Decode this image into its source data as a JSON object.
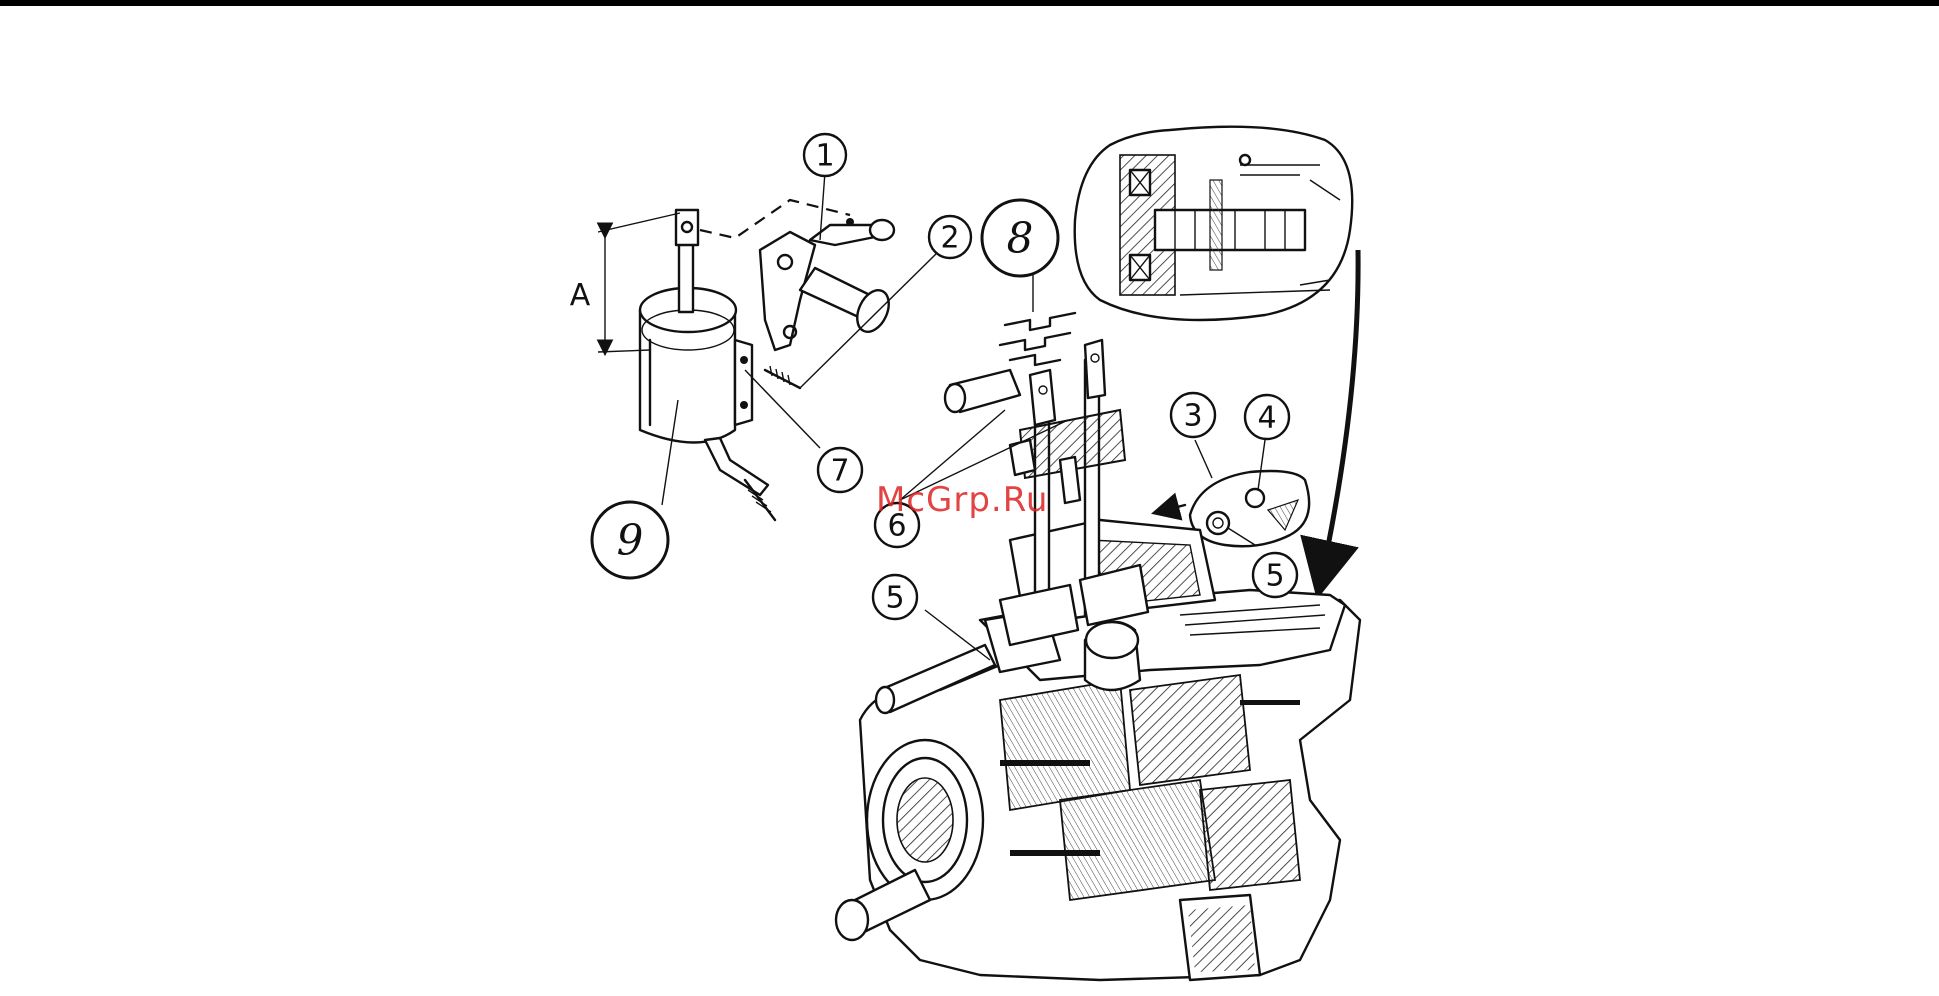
{
  "callouts": {
    "c1": "1",
    "c2": "2",
    "c3": "3",
    "c4": "4",
    "c5a": "5",
    "c5b": "5",
    "c6": "6",
    "c7": "7",
    "c8": "8",
    "c9": "9"
  },
  "dimension_label": "A",
  "watermark": "McGrp.Ru",
  "colors": {
    "background": "#ffffff",
    "ink": "#111111",
    "watermark": "#dd2222",
    "top_rule": "#000000"
  }
}
